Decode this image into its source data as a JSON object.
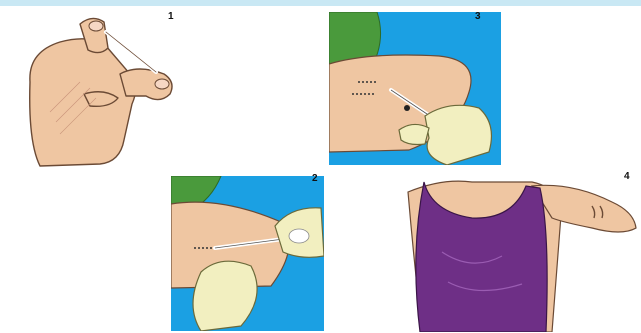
{
  "steps": [
    {
      "number": "1"
    },
    {
      "number": "2"
    },
    {
      "number": "3"
    },
    {
      "number": "4"
    }
  ],
  "colors": {
    "skin": "#efc6a2",
    "skin_outline": "#6b4a35",
    "sleeve_green": "#4a9a3c",
    "background_blue": "#1ba0e3",
    "glove": "#f2efc0",
    "tank_top_purple": "#6e2f86",
    "top_rule": "#c9e8f4"
  },
  "icons": [
    "implant-rod-icon",
    "applicator-needle-icon",
    "gloved-hand-icon"
  ]
}
